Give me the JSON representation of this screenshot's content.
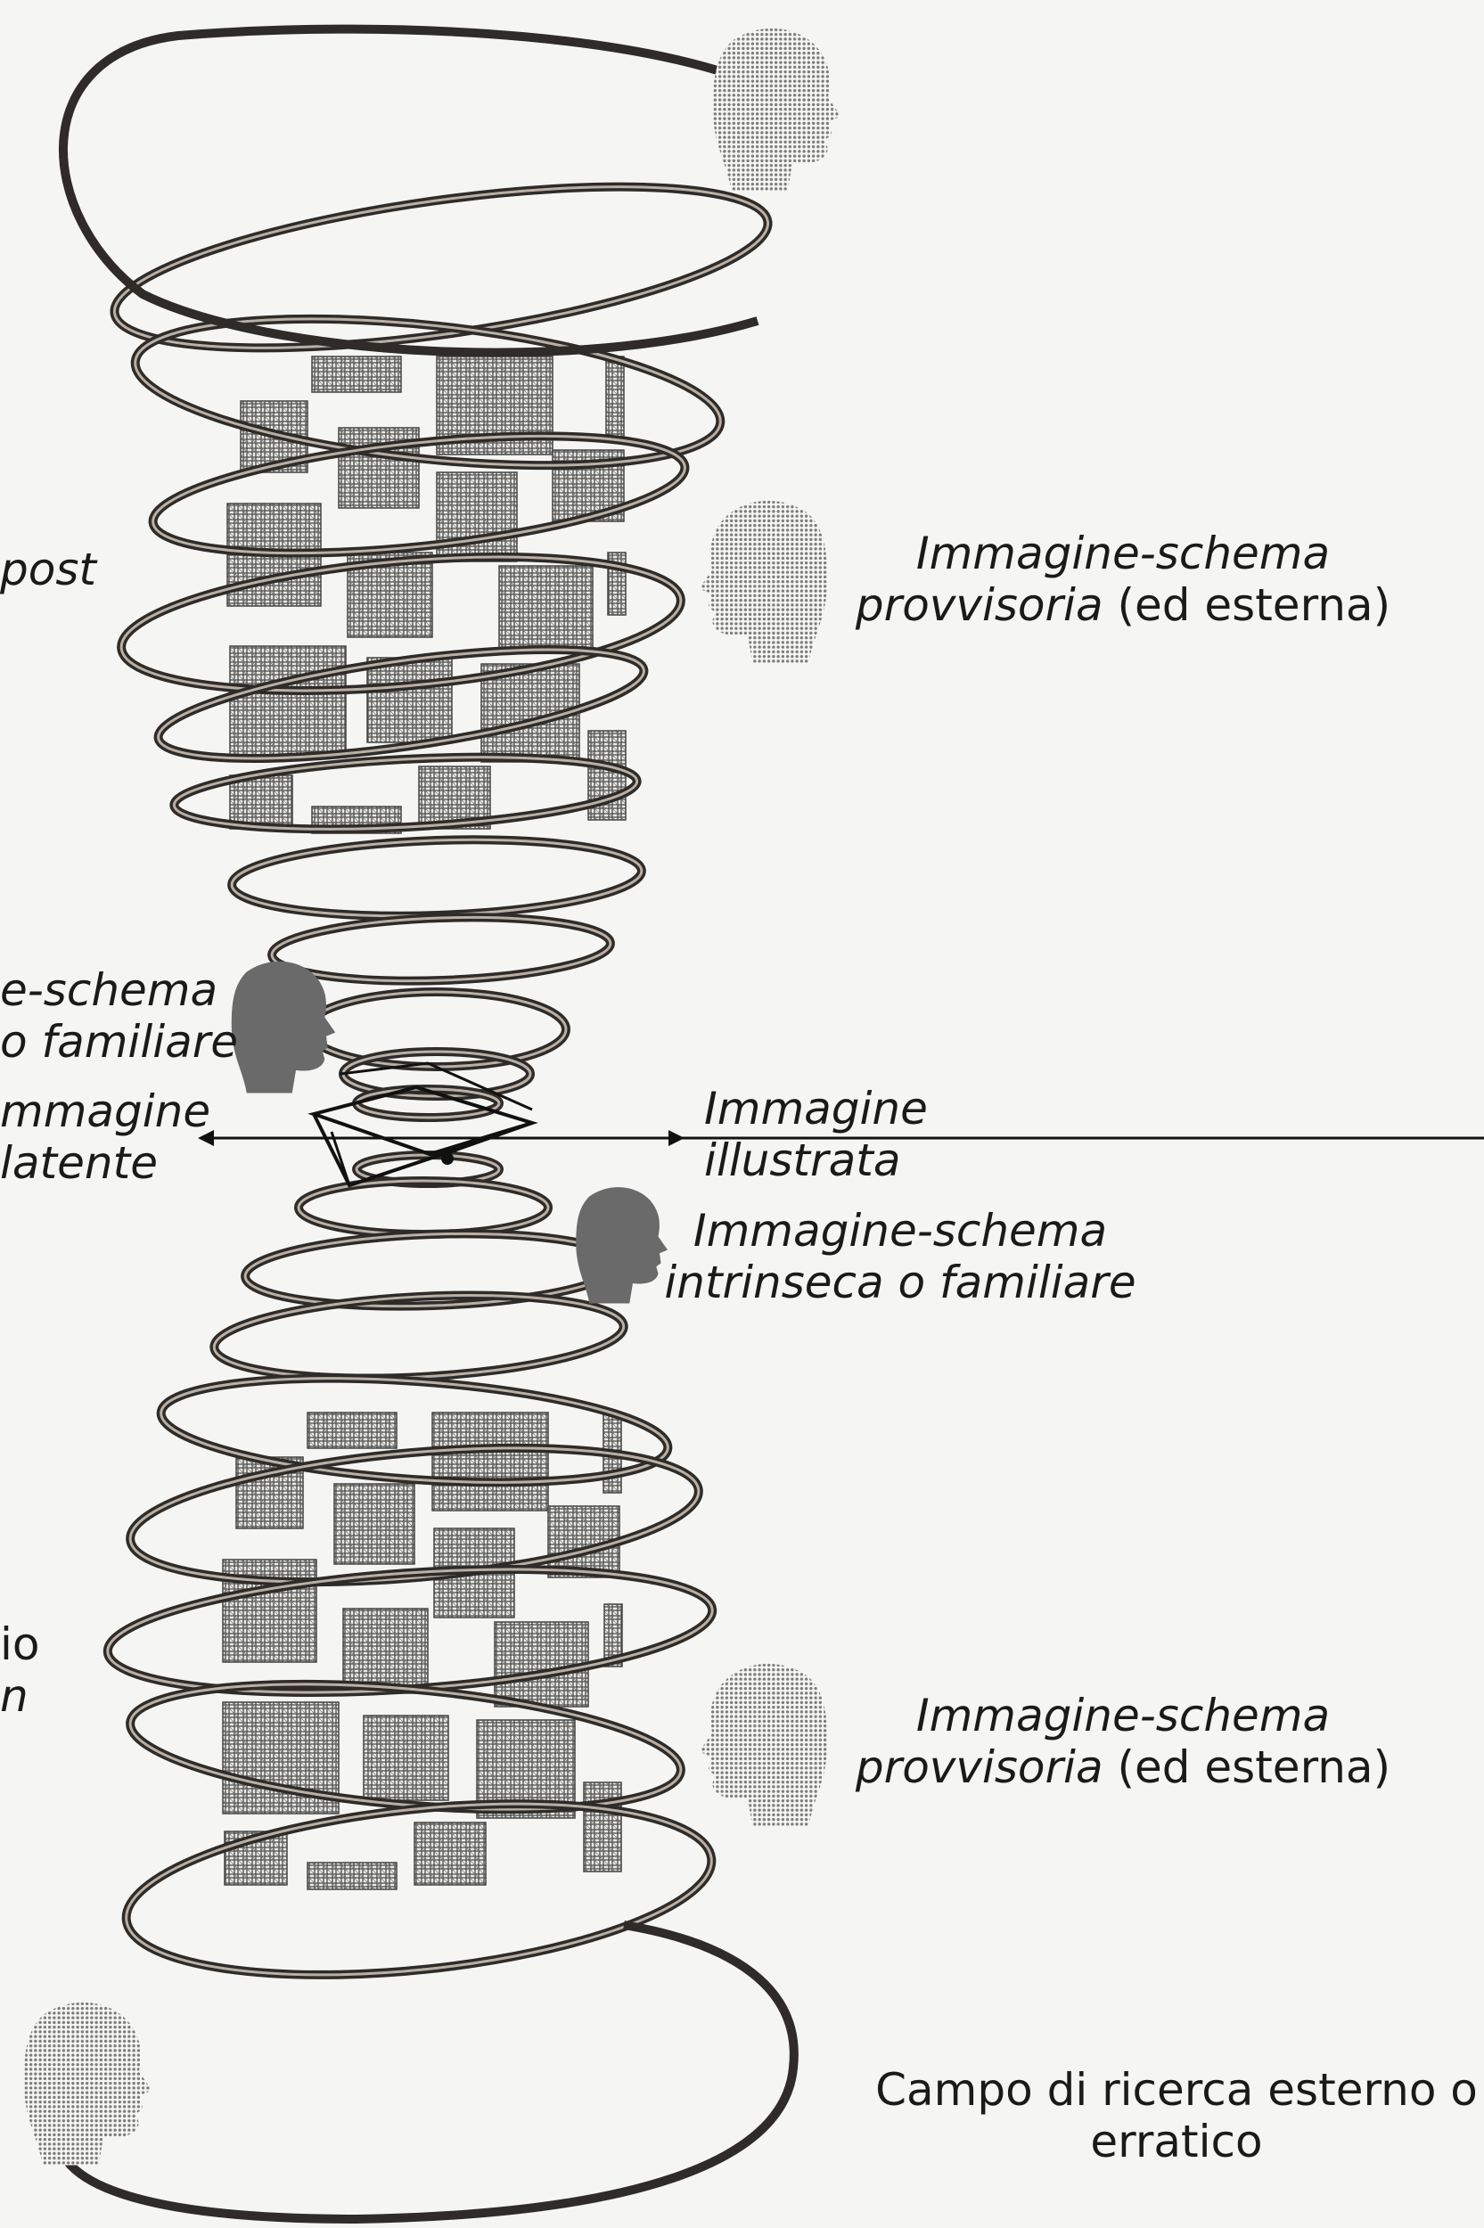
{
  "labels": {
    "top_left_fragment": "post",
    "provisional_top": {
      "line1": "Immagine-schema",
      "line2_italic": "provvisoria",
      "line2_rest": " (ed esterna)"
    },
    "left_schema_fragment": {
      "line1": "e-schema",
      "line2": "o familiare"
    },
    "left_latent_fragment": {
      "line1": "mmagine",
      "line2": "latente"
    },
    "illustrated": {
      "line1": "Immagine",
      "line2": "illustrata"
    },
    "intrinsic": {
      "line1": "Immagine-schema",
      "line2": "intrinseca o familiare"
    },
    "left_bottom_fragment": {
      "line1": "io",
      "line2": "n"
    },
    "provisional_bottom": {
      "line1": "Immagine-schema",
      "line2_italic": "provvisoria",
      "line2_rest": " (ed esterna)"
    },
    "external_field": {
      "line1": "Campo di ricerca esterno o",
      "line2": "erratico"
    }
  },
  "colors": {
    "background": "#f5f5f3",
    "coil_dark": "#3a3633",
    "coil_light": "#a49a8f",
    "texture": "#555555",
    "head_solid": "#6a6a6a",
    "head_dotted": "#9a9a9a"
  },
  "icons": {
    "head_profile": "head-profile-icon",
    "open_book": "open-book-icon",
    "texture_block": "document-texture-icon"
  }
}
